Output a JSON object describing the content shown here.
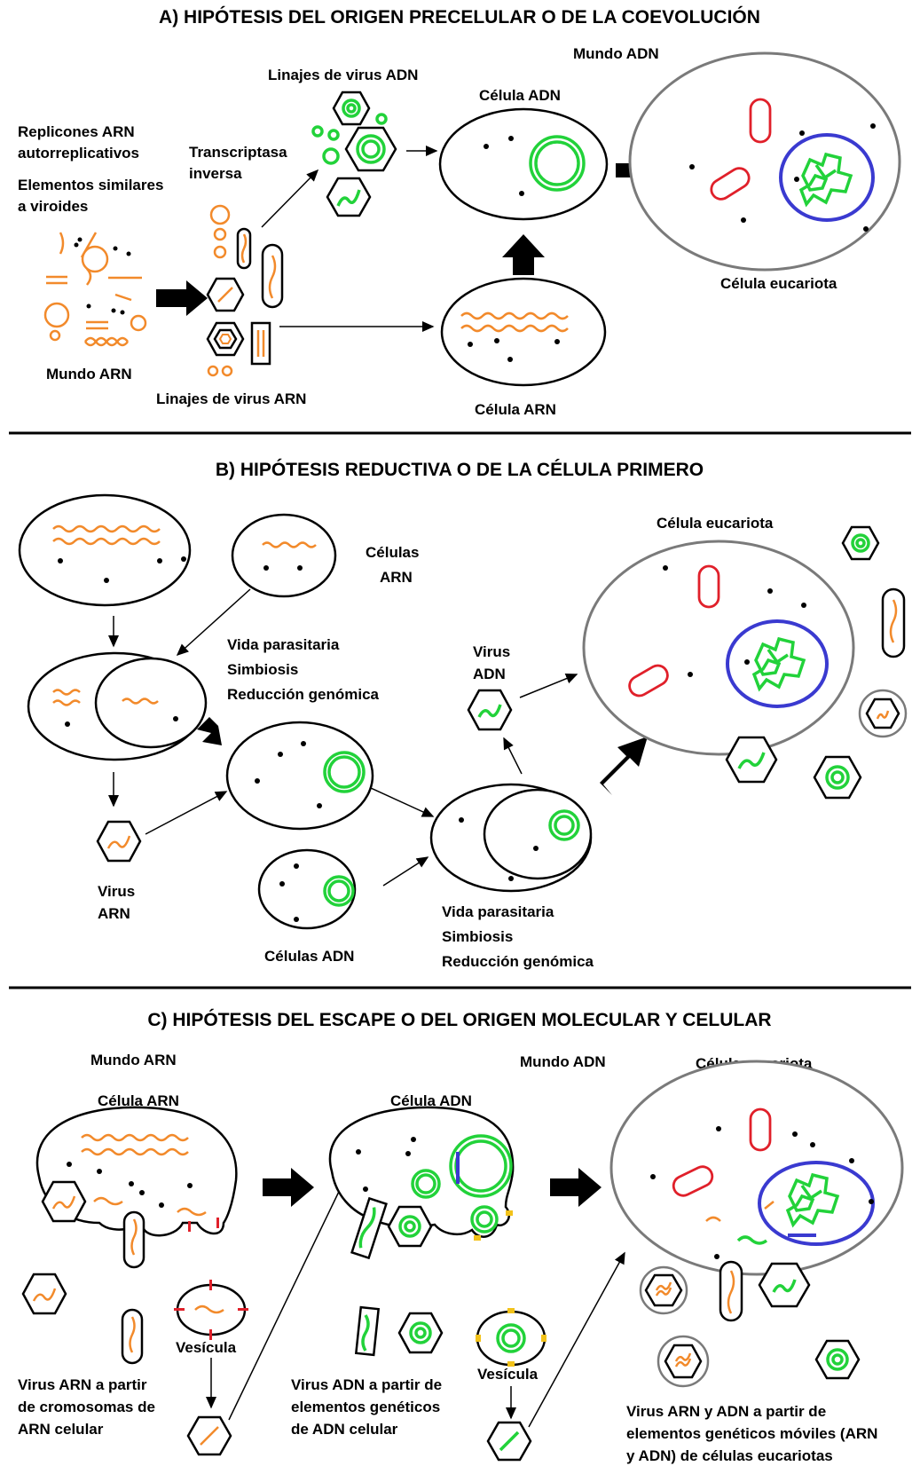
{
  "sectionA": {
    "title": "A) HIPÓTESIS DEL ORIGEN PRECELULAR O DE LA COEVOLUCIÓN",
    "replicones_1": "Replicones ARN",
    "replicones_2": "autorreplicativos",
    "viroides_1": "Elementos similares",
    "viroides_2": "a viroides",
    "mundo_arn": "Mundo ARN",
    "transcriptasa_1": "Transcriptasa",
    "transcriptasa_2": "inversa",
    "linajes_adn": "Linajes de virus ADN",
    "linajes_arn": "Linajes de virus ARN",
    "celula_adn": "Célula ADN",
    "celula_arn": "Célula ARN",
    "mundo_adn": "Mundo ADN",
    "celula_euc": "Célula eucariota"
  },
  "sectionB": {
    "title": "B) HIPÓTESIS REDUCTIVA O DE LA CÉLULA PRIMERO",
    "celulas_arn_1": "Células",
    "celulas_arn_2": "ARN",
    "vida_1": "Vida parasitaria",
    "simb_1": "Simbiosis",
    "red_1": "Reducción genómica",
    "virus_adn_1": "Virus",
    "virus_adn_2": "ADN",
    "celula_euc": "Célula eucariota",
    "virus_arn_1": "Virus",
    "virus_arn_2": "ARN",
    "celulas_adn": "Células ADN",
    "vida_2": "Vida parasitaria",
    "simb_2": "Simbiosis",
    "red_2": "Reducción genómica"
  },
  "sectionC": {
    "title": "C) HIPÓTESIS DEL ESCAPE O DEL ORIGEN MOLECULAR Y CELULAR",
    "mundo_arn": "Mundo ARN",
    "celula_arn": "Célula ARN",
    "celula_adn": "Célula ADN",
    "mundo_adn": "Mundo ADN",
    "celula_euc": "Célula eucariota",
    "vesicula_1": "Vesícula",
    "vesicula_2": "Vesícula",
    "virus_arn_1": "Virus ARN a partir",
    "virus_arn_2": "de cromosomas de",
    "virus_arn_3": "ARN celular",
    "virus_adn_1": "Virus ADN a partir de",
    "virus_adn_2": "elementos genéticos",
    "virus_adn_3": "de ADN celular",
    "virus_both_1": "Virus ARN y ADN a partir de",
    "virus_both_2": "elementos genéticos móviles (ARN",
    "virus_both_3": "y ADN) de células eucariotas"
  },
  "colors": {
    "rna": "#f28a2b",
    "dna": "#22d23a",
    "mitochondria": "#e0202a",
    "nucleus": "#3a3ad0"
  }
}
